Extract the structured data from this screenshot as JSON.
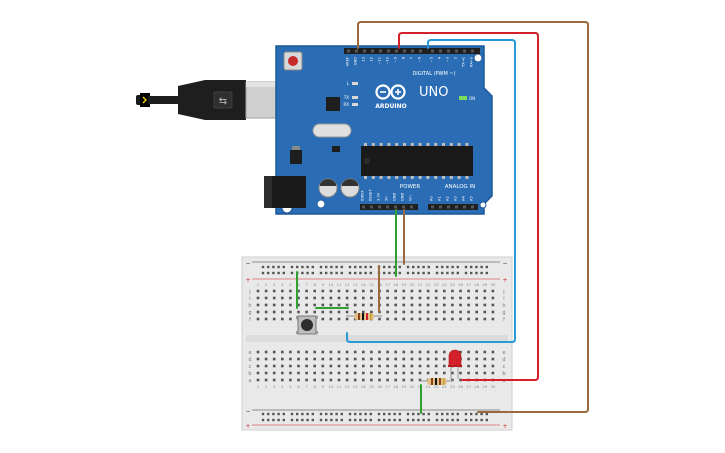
{
  "board": {
    "brand": "ARDUINO",
    "model": "UNO",
    "digital_label": "DIGITAL (PWM ~)",
    "power_label": "POWER",
    "analog_label": "ANALOG IN",
    "on_label": "ON",
    "led_labels": [
      "L",
      "TX",
      "RX"
    ],
    "top_pins": [
      "AREF",
      "GND",
      "13",
      "12",
      "~11",
      "~10",
      "~9",
      "8",
      "7",
      "~6",
      "~5",
      "4",
      "~3",
      "2",
      "TX→1",
      "RX←0"
    ],
    "power_pins": [
      "IOREF",
      "RESET",
      "3.3V",
      "5V",
      "GND",
      "GND",
      "Vin"
    ],
    "analog_pins": [
      "A0",
      "A1",
      "A2",
      "A3",
      "A4",
      "A5"
    ],
    "colors": {
      "pcb": "#2a6db5",
      "pcb_edge": "#1d5898",
      "header": "#202020"
    }
  },
  "breadboard": {
    "row_letters_top": [
      "j",
      "i",
      "h",
      "g",
      "f"
    ],
    "row_letters_bottom": [
      "e",
      "d",
      "c",
      "b",
      "a"
    ],
    "column_numbers": [
      "1",
      "2",
      "3",
      "4",
      "5",
      "6",
      "7",
      "8",
      "9",
      "10",
      "11",
      "12",
      "13",
      "14",
      "15",
      "16",
      "17",
      "18",
      "19",
      "20",
      "21",
      "22",
      "23",
      "24",
      "25",
      "26",
      "27",
      "28",
      "29",
      "30"
    ],
    "rail_minus": "−",
    "rail_plus": "+"
  },
  "wire_colors": {
    "brown": "#9a6a3c",
    "red": "#d4202a",
    "blue": "#2a9ad6",
    "green": "#2ea12e"
  }
}
